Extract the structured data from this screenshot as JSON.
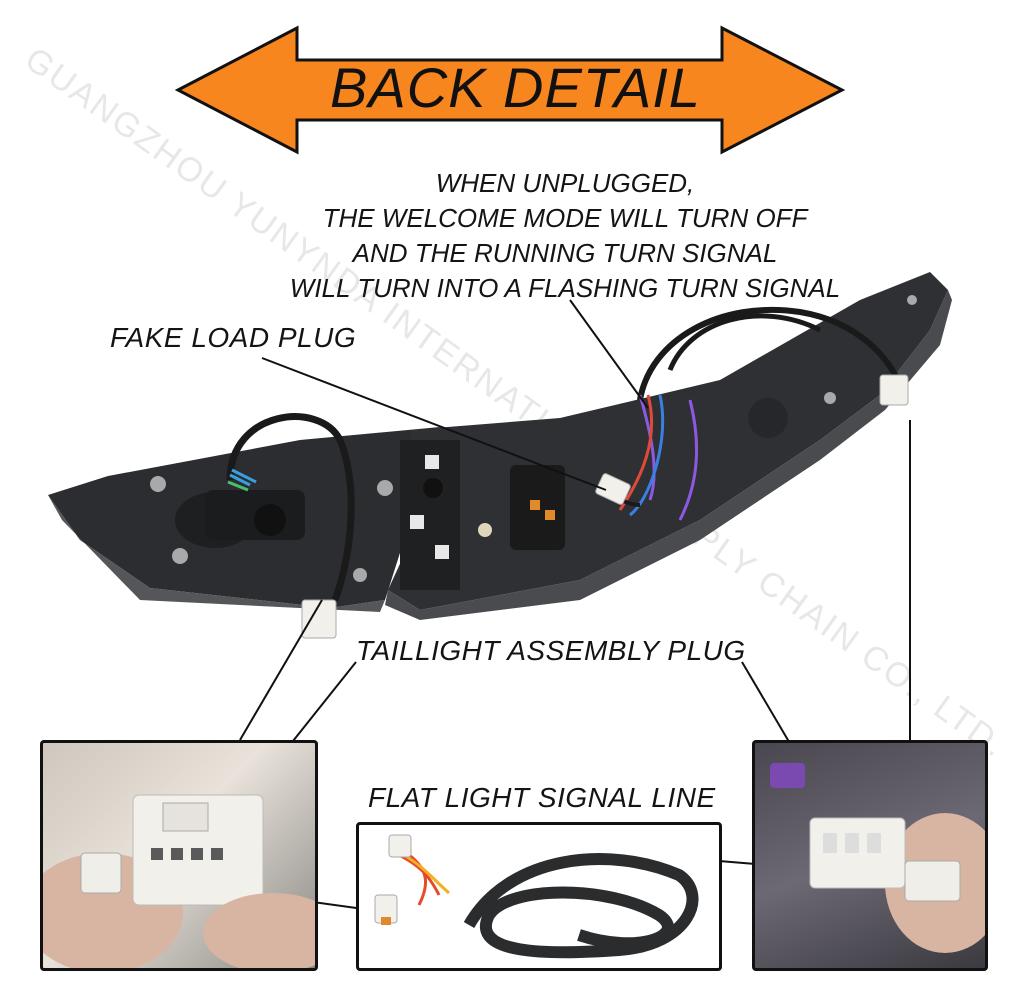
{
  "banner": {
    "title": "BACK DETAIL"
  },
  "watermark": "GUANGZHOU YUNYNDA INTERNATIONAL SUPPLY CHAIN CO., LTD.",
  "notice_lines": [
    "WHEN UNPLUGGED,",
    "THE WELCOME MODE WILL TURN OFF",
    "AND THE RUNNING TURN SIGNAL",
    "WILL TURN INTO A FLASHING TURN SIGNAL"
  ],
  "labels": {
    "fake_load_plug": "FAKE LOAD PLUG",
    "taillight_assembly_plug": "TAILLIGHT ASSEMBLY PLUG",
    "flat_light_signal_line": "FLAT LIGHT SIGNAL LINE"
  },
  "colors": {
    "arrow_fill": "#f7861f",
    "arrow_stroke": "#111111",
    "housing": "#2f3033",
    "connector": "#f2f0ea"
  }
}
